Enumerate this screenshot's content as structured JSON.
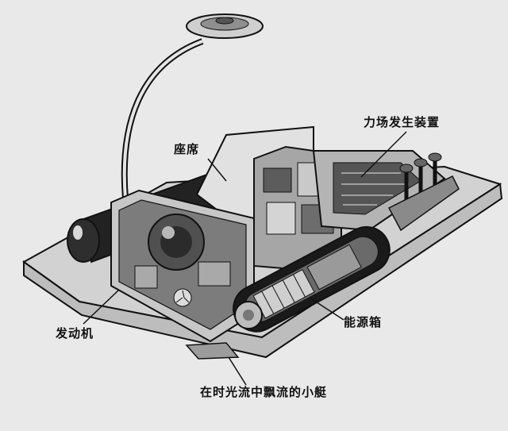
{
  "diagram": {
    "labels": {
      "seat": "座席",
      "force_field": "力场发生装置",
      "engine": "发动机",
      "energy_box": "能源箱",
      "boat": "在时光流中飘流的小艇"
    }
  }
}
